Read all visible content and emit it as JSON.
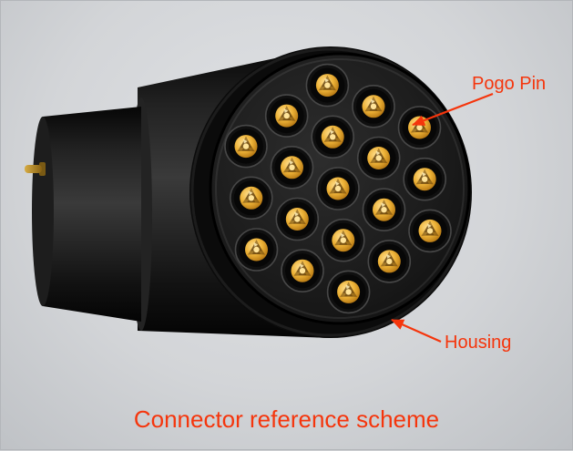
{
  "caption": "Connector reference scheme",
  "annotations": {
    "pogo_pin": {
      "label": "Pogo Pin"
    },
    "housing": {
      "label": "Housing"
    }
  },
  "connector": {
    "pin_count": 19,
    "pin_rings": [
      1,
      6,
      12
    ]
  },
  "colors": {
    "accent": "#f5350c",
    "pin_gold": "#e8a820",
    "housing_black": "#141414",
    "background": "#ccced1"
  }
}
